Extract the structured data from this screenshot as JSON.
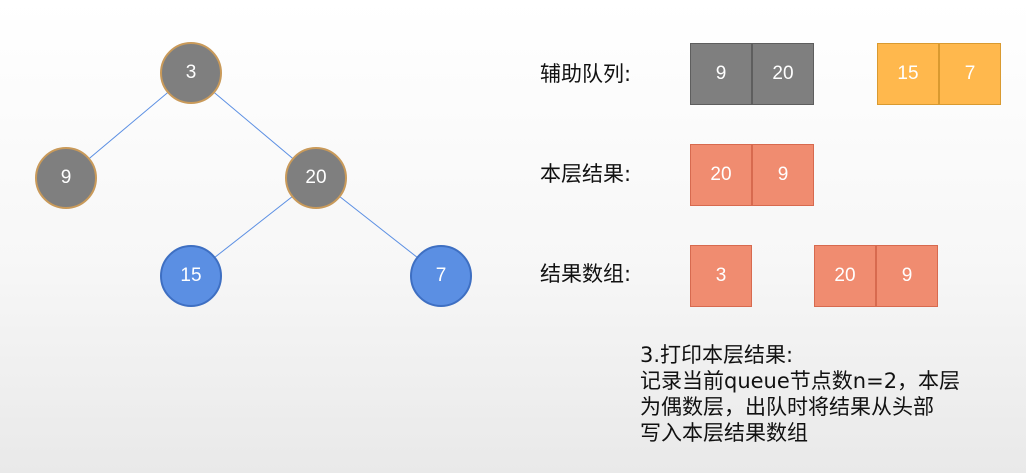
{
  "tree": {
    "root": "3",
    "left": "9",
    "right": "20",
    "right_left": "15",
    "right_right": "7",
    "colors": {
      "gray": "#7f7f7f",
      "blue": "#5b8fe3",
      "edge": "#5b8fe3"
    }
  },
  "rows": {
    "queue_label": "辅助队列:",
    "queue_group1": [
      "9",
      "20"
    ],
    "queue_group2": [
      "15",
      "7"
    ],
    "level_label": "本层结果:",
    "level_cells": [
      "20",
      "9"
    ],
    "result_label": "结果数组:",
    "result_group1": [
      "3"
    ],
    "result_group2": [
      "20",
      "9"
    ]
  },
  "colors": {
    "gray": "#7f7f7f",
    "orange": "#ffb84d",
    "salmon": "#f08c70"
  },
  "description": {
    "line1": "3.打印本层结果:",
    "line2": "记录当前queue节点数n=2，本层",
    "line3": "为偶数层，出队时将结果从头部",
    "line4": "写入本层结果数组"
  }
}
